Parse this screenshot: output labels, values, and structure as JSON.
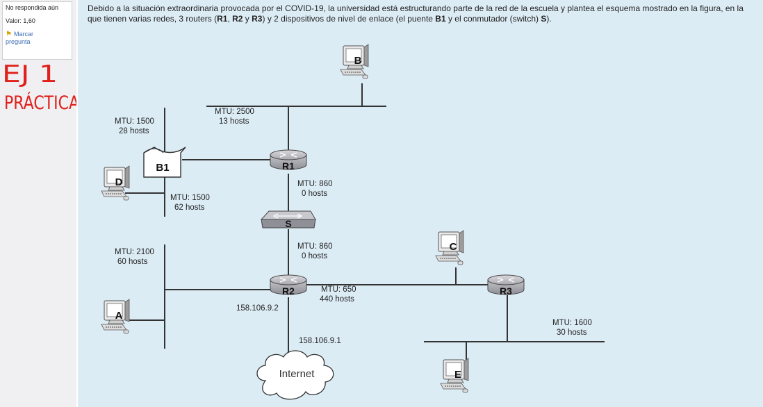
{
  "sidebar": {
    "status": "No respondida aún",
    "value": "Valor: 1,60",
    "flag_label_1": "Marcar",
    "flag_label_2": "pregunta",
    "handwriting_line1": "EJ 1",
    "handwriting_line2": "PRÁCTICA"
  },
  "question": {
    "text_1": "Debido a la situación extraordinaria provocada por el COVID-19, la universidad está estructurando parte de la red de la escuela y plantea el esquema mostrado en la figura, en la que tienen varias redes, 3 routers (",
    "r1": "R1",
    "sep1": ", ",
    "r2": "R2",
    "sep2": " y ",
    "r3": "R3",
    "text_2": ") y 2 dispositivos de nivel de enlace (el puente ",
    "b1": "B1",
    "text_3": " y el conmutador (switch) ",
    "s": "S",
    "text_4": ")."
  },
  "diagram": {
    "networks": [
      {
        "mtu": "MTU: 2500",
        "hosts": "13 hosts"
      },
      {
        "mtu": "MTU: 1500",
        "hosts": "28 hosts"
      },
      {
        "mtu": "MTU: 1500",
        "hosts": "62 hosts"
      },
      {
        "mtu": "MTU: 860",
        "hosts": "0 hosts"
      },
      {
        "mtu": "MTU: 860",
        "hosts": "0 hosts"
      },
      {
        "mtu": "MTU: 2100",
        "hosts": "60 hosts"
      },
      {
        "mtu": "MTU: 650",
        "hosts": "440 hosts"
      },
      {
        "mtu": "MTU: 1600",
        "hosts": "30 hosts"
      }
    ],
    "routers": [
      "R1",
      "R2",
      "R3"
    ],
    "bridge": "B1",
    "switch": "S",
    "computers": [
      "B",
      "D",
      "C",
      "A",
      "E"
    ],
    "ip_r2": "158.106.9.2",
    "ip_internet": "158.106.9.1",
    "internet": "Internet"
  }
}
